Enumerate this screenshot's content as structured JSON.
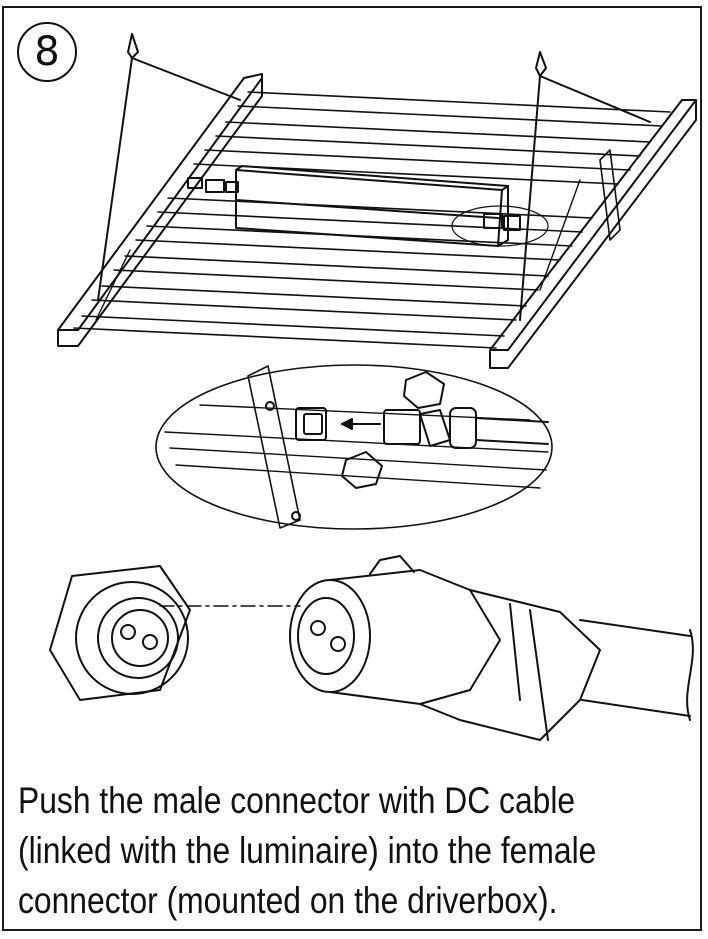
{
  "step": {
    "number": "8"
  },
  "caption": {
    "lines": [
      "Push the male connector with DC cable",
      "(linked with the luminaire) into the female",
      "connector (mounted on the driverbox)."
    ]
  },
  "colors": {
    "ink": "#111111",
    "background": "#ffffff"
  }
}
